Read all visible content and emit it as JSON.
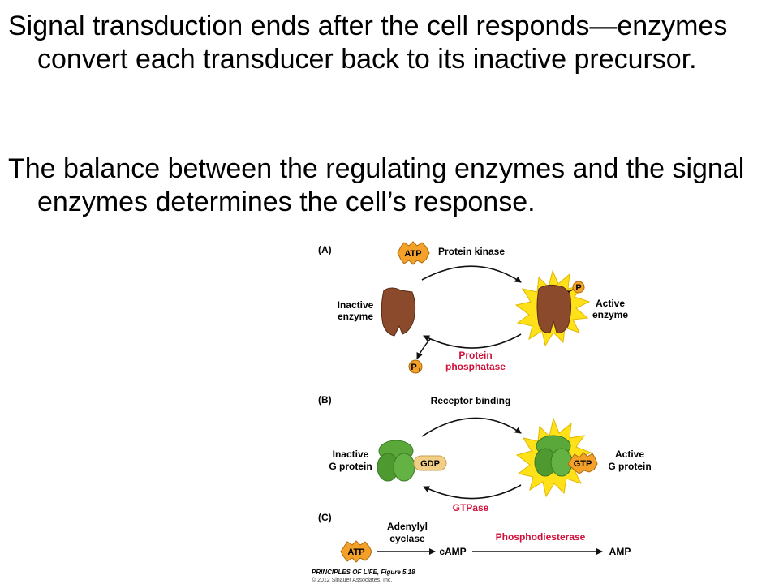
{
  "slide": {
    "bullets": [
      "Signal transduction ends after the cell responds—enzymes convert each transducer back to its inactive precursor.",
      "The balance between the regulating enzymes and the signal enzymes determines the cell’s response."
    ]
  },
  "figure": {
    "panel_a": {
      "label": "(A)",
      "atp": "ATP",
      "kinase": "Protein kinase",
      "inactive_l1": "Inactive",
      "inactive_l2": "enzyme",
      "active_l1": "Active",
      "active_l2": "enzyme",
      "phosphatase_l1": "Protein",
      "phosphatase_l2": "phosphatase",
      "p": "P",
      "pi": "P",
      "pi_sub": "i"
    },
    "panel_b": {
      "label": "(B)",
      "receptor": "Receptor binding",
      "inactive_l1": "Inactive",
      "inactive_l2": "G protein",
      "gdp": "GDP",
      "gtp": "GTP",
      "active_l1": "Active",
      "active_l2": "G protein",
      "gtpase": "GTPase"
    },
    "panel_c": {
      "label": "(C)",
      "adenylyl_l1": "Adenylyl",
      "adenylyl_l2": "cyclase",
      "atp": "ATP",
      "camp": "cAMP",
      "pde": "Phosphodiesterase",
      "amp": "AMP"
    },
    "credit_l1": "PRINCIPLES OF LIFE, Figure 5.18",
    "credit_l2": "© 2012 Sinauer Associates, Inc."
  },
  "colors": {
    "enzyme_brown": "#8b4a2b",
    "gprotein_green": "#5aa83a",
    "burst_yellow": "#ffe11a",
    "pill_orange": "#f4a12a",
    "gdp_tan": "#f2cf86",
    "label_red": "#d0103a"
  }
}
